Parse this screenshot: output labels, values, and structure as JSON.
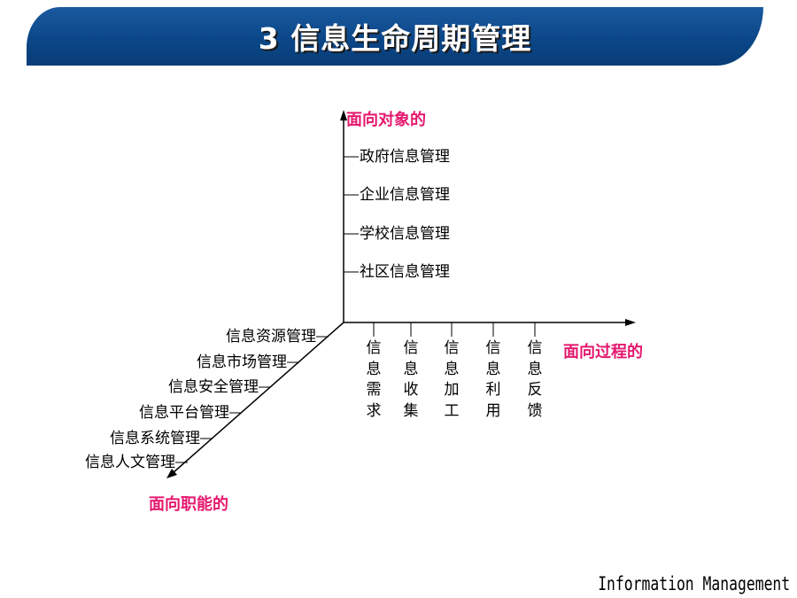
{
  "title": "3 信息生命周期管理",
  "axes": {
    "object": {
      "title": "面向对象的",
      "items": [
        "政府信息管理",
        "企业信息管理",
        "学校信息管理",
        "社区信息管理"
      ]
    },
    "process": {
      "title": "面向过程的",
      "items": [
        "信\n息\n需\n求",
        "信\n息\n收\n集",
        "信\n息\n加\n工",
        "信\n息\n利\n用",
        "信\n息\n反\n馈"
      ]
    },
    "function": {
      "title": "面向职能的",
      "items": [
        "信息资源管理",
        "信息市场管理",
        "信息安全管理",
        "信息平台管理",
        "信息系统管理",
        "信息人文管理"
      ]
    }
  },
  "footer": "Information Management",
  "colors": {
    "title_bar": "#0b4788",
    "axis_title": "#e5186e"
  }
}
